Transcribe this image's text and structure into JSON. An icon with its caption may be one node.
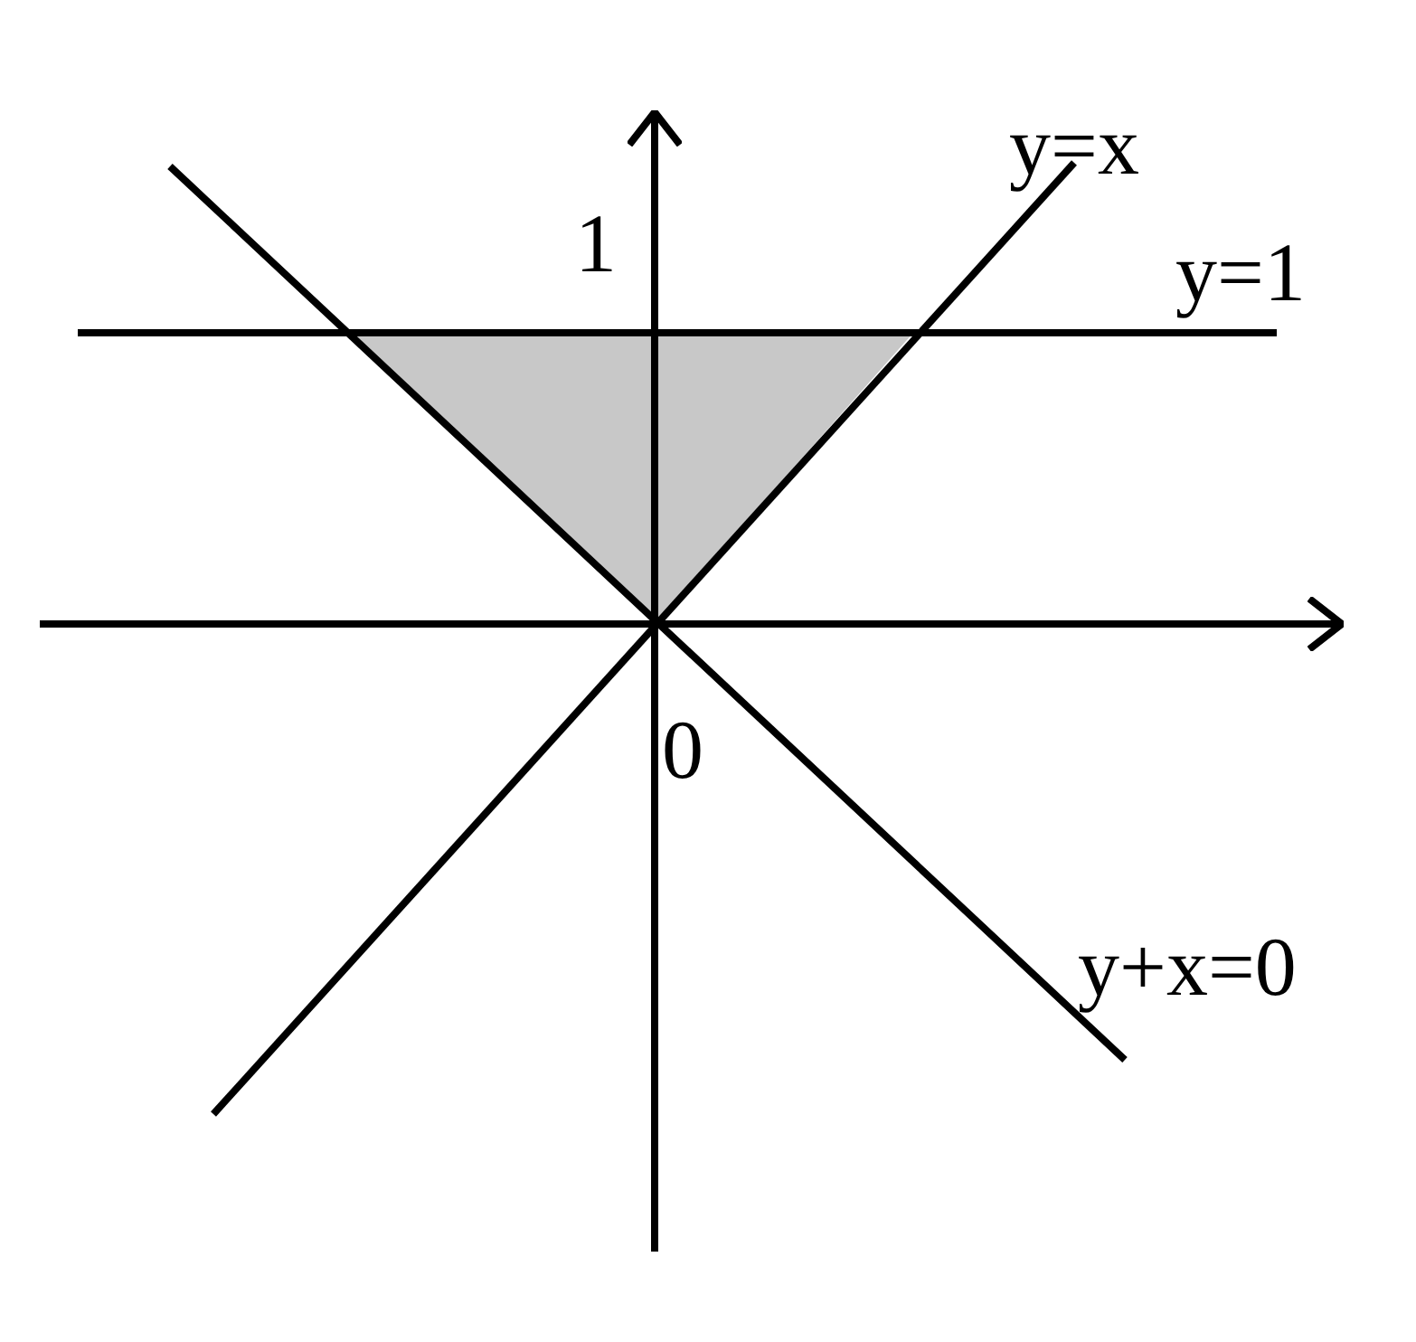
{
  "diagram": {
    "labels": [
      "y=x",
      "1",
      "y=1",
      "0",
      "y+x=0"
    ]
  }
}
